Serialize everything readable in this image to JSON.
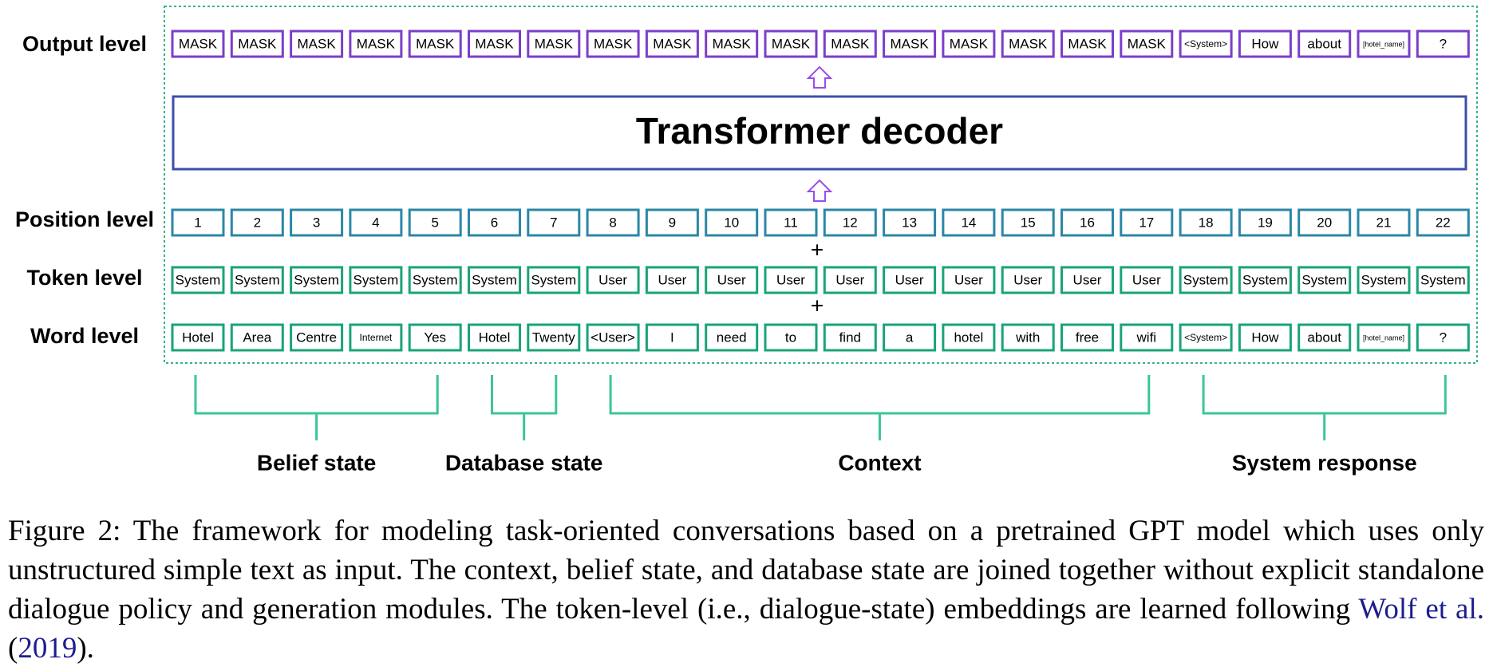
{
  "levels": {
    "output": "Output level",
    "position": "Position level",
    "token": "Token level",
    "word": "Word level"
  },
  "decoder_label": "Transformer decoder",
  "plus_sign": "+",
  "rows": {
    "output": [
      "MASK",
      "MASK",
      "MASK",
      "MASK",
      "MASK",
      "MASK",
      "MASK",
      "MASK",
      "MASK",
      "MASK",
      "MASK",
      "MASK",
      "MASK",
      "MASK",
      "MASK",
      "MASK",
      "MASK",
      "<System>",
      "How",
      "about",
      "[hotel_name]",
      "?"
    ],
    "position": [
      "1",
      "2",
      "3",
      "4",
      "5",
      "6",
      "7",
      "8",
      "9",
      "10",
      "11",
      "12",
      "13",
      "14",
      "15",
      "16",
      "17",
      "18",
      "19",
      "20",
      "21",
      "22"
    ],
    "token": [
      "System",
      "System",
      "System",
      "System",
      "System",
      "System",
      "System",
      "User",
      "User",
      "User",
      "User",
      "User",
      "User",
      "User",
      "User",
      "User",
      "User",
      "System",
      "System",
      "System",
      "System",
      "System"
    ],
    "word": [
      "Hotel",
      "Area",
      "Centre",
      "Internet",
      "Yes",
      "Hotel",
      "Twenty",
      "<User>",
      "I",
      "need",
      "to",
      "find",
      "a",
      "hotel",
      "with",
      "free",
      "wifi",
      "<System>",
      "How",
      "about",
      "[hotel_name]",
      "?"
    ]
  },
  "segments": [
    {
      "label": "Belief state",
      "start": 0,
      "end": 4
    },
    {
      "label": "Database state",
      "start": 5,
      "end": 6
    },
    {
      "label": "Context",
      "start": 7,
      "end": 16
    },
    {
      "label": "System response",
      "start": 17,
      "end": 21
    }
  ],
  "colors": {
    "output_border": "#7b3fc9",
    "decoder_border": "#3c4fa8",
    "position_border": "#2b87a6",
    "token_border": "#1aa37a",
    "word_border": "#1aa37a",
    "bracket": "#3cc59a",
    "outer_dotted": "#35b48c",
    "arrow": "#9b4de8",
    "citation": "#1d1c8f"
  },
  "caption": {
    "prefix": "Figure 2: The framework for modeling task-oriented conversations based on a pretrained GPT model which uses only unstructured simple text as input. The context, belief state, and database state are joined together without explicit standalone dialogue policy and generation modules. The token-level (i.e., dialogue-state) embeddings are learned following ",
    "cite_author": "Wolf et al.",
    "cite_open": " (",
    "cite_year": "2019",
    "cite_close": ")."
  }
}
